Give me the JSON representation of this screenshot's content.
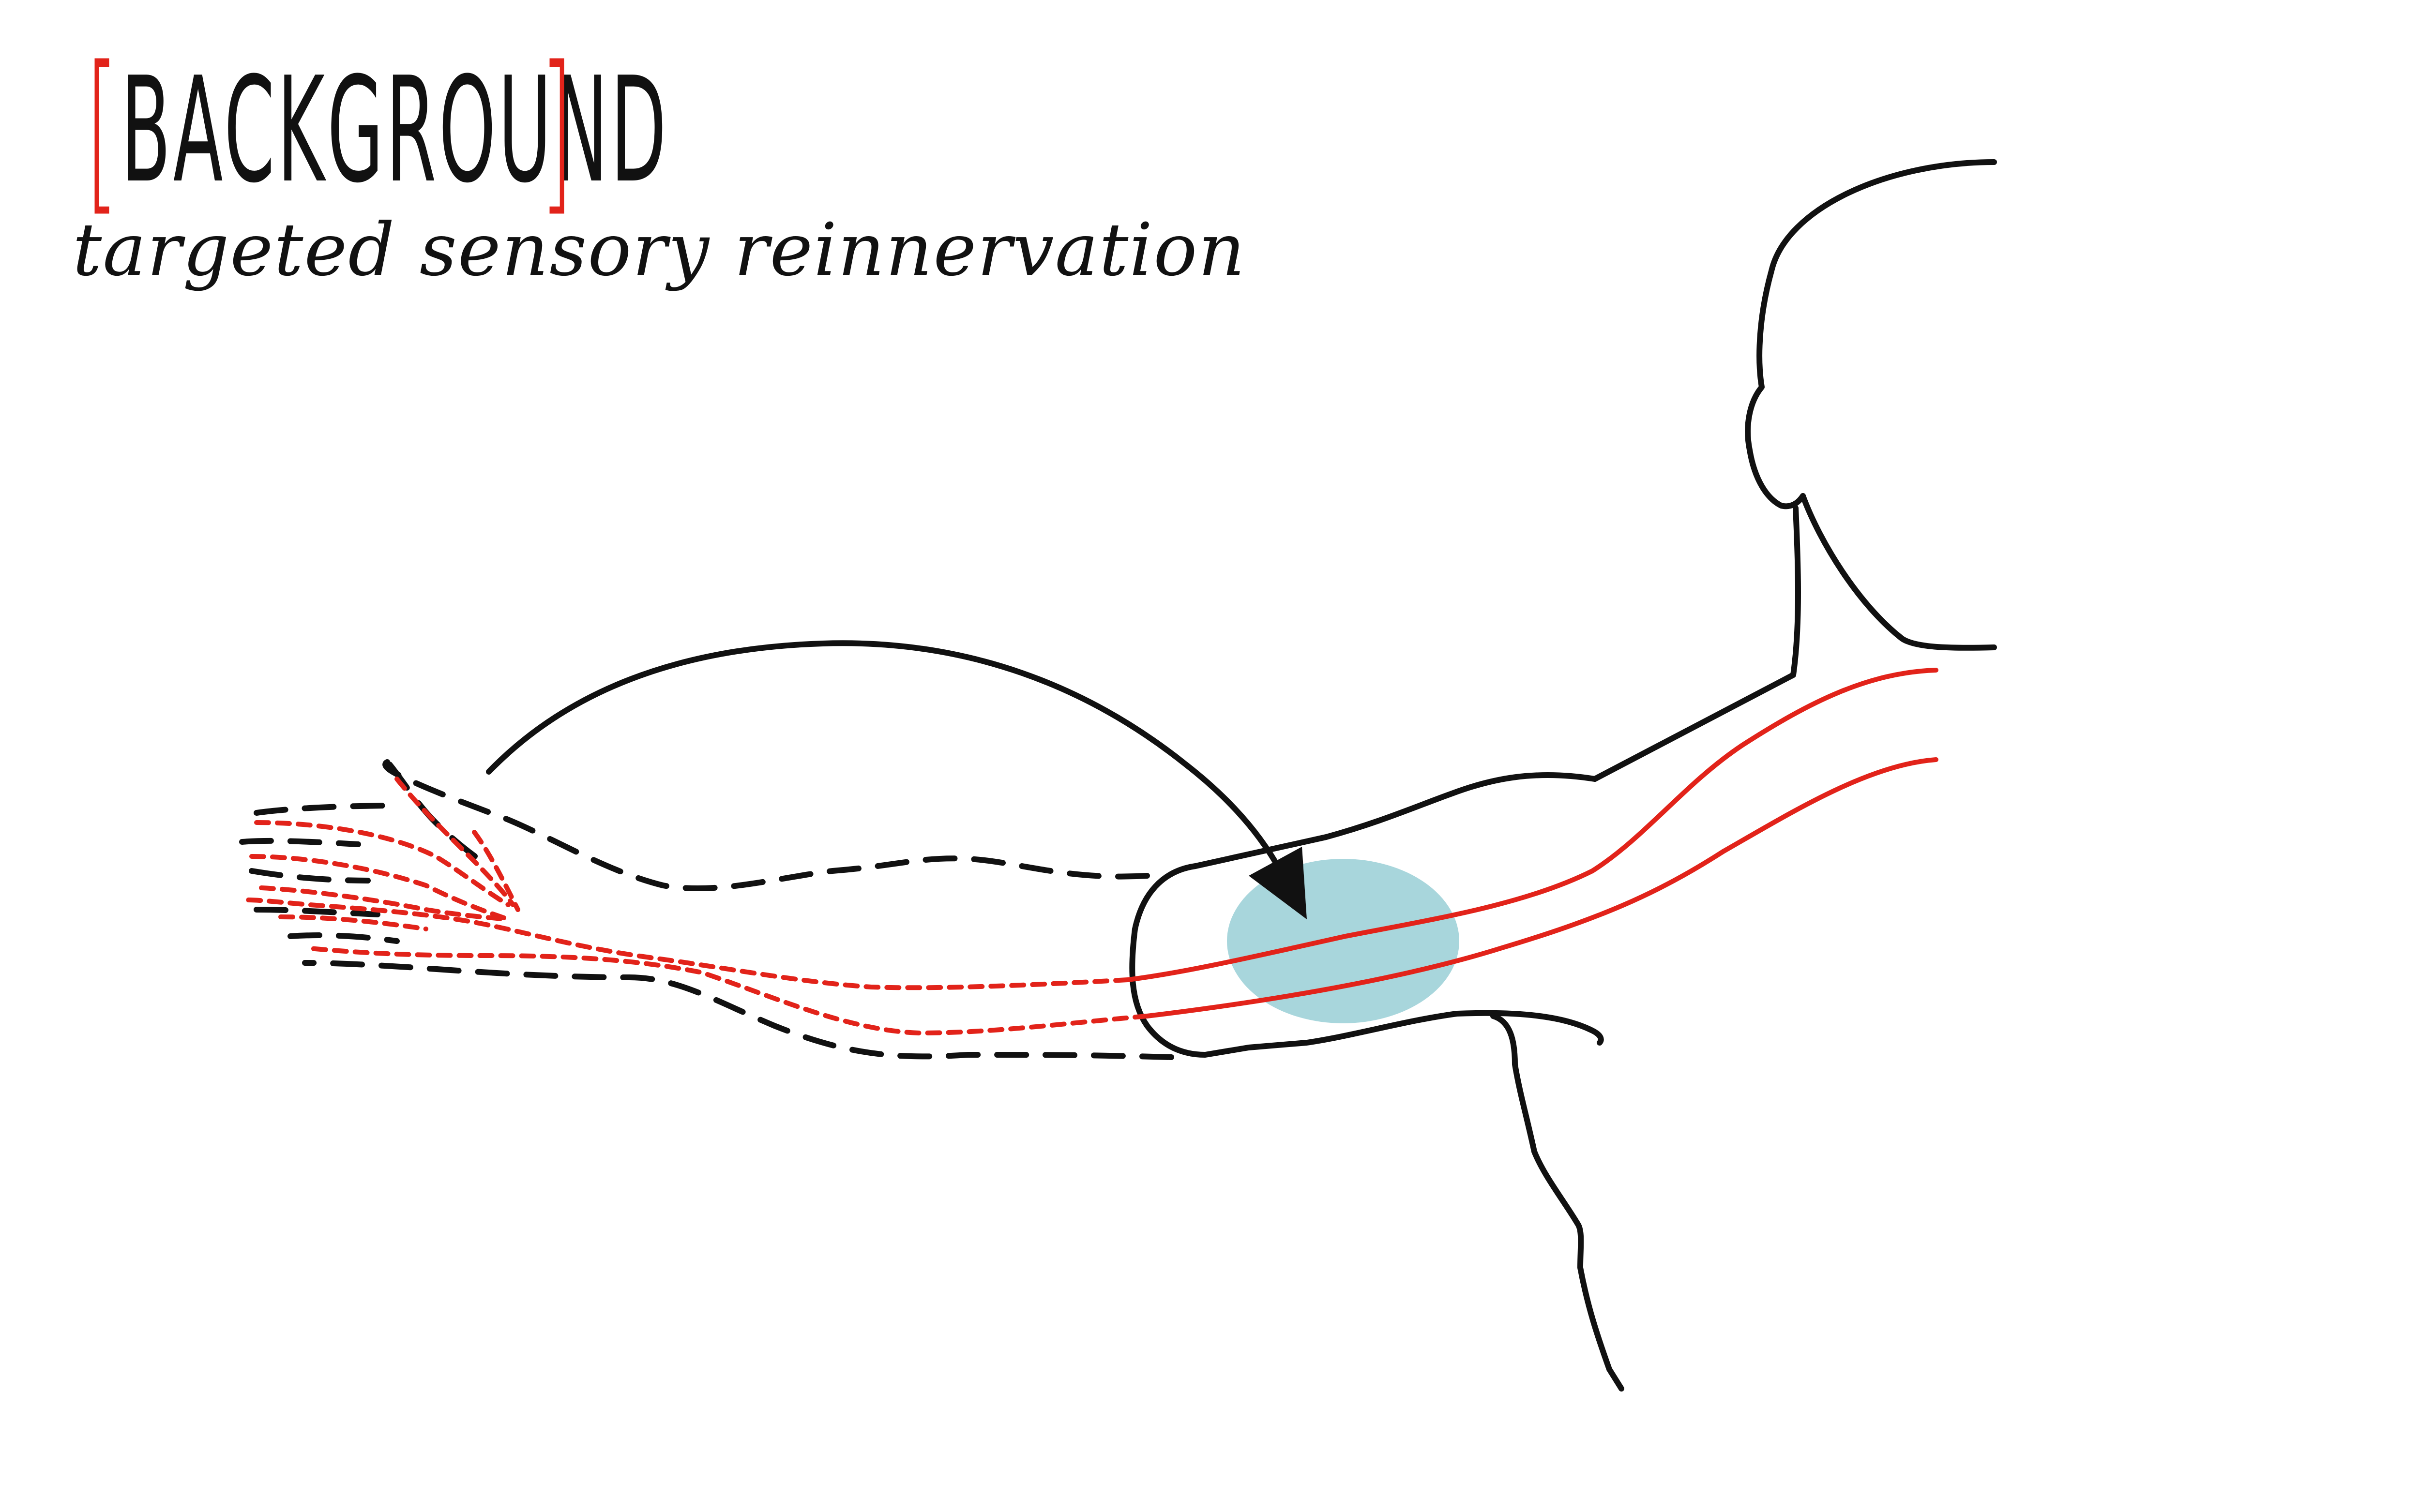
{
  "heading": {
    "bracket_left": "[",
    "word": "BACKGROUND",
    "bracket_right": "]"
  },
  "subtitle": "targeted sensory reinnervation",
  "colors": {
    "outline": "#111111",
    "nerve": "#e2231a",
    "bracket": "#e2231a",
    "target_area": "#8fcbd3",
    "background": "#ffffff"
  },
  "diagram": {
    "elements": [
      "body-outline",
      "residual-arm-outline",
      "phantom-hand-dashed",
      "phantom-forearm-dashed",
      "nerve-lines",
      "phantom-nerves-dashed",
      "reinnervation-target-area",
      "redirect-arrow"
    ]
  }
}
